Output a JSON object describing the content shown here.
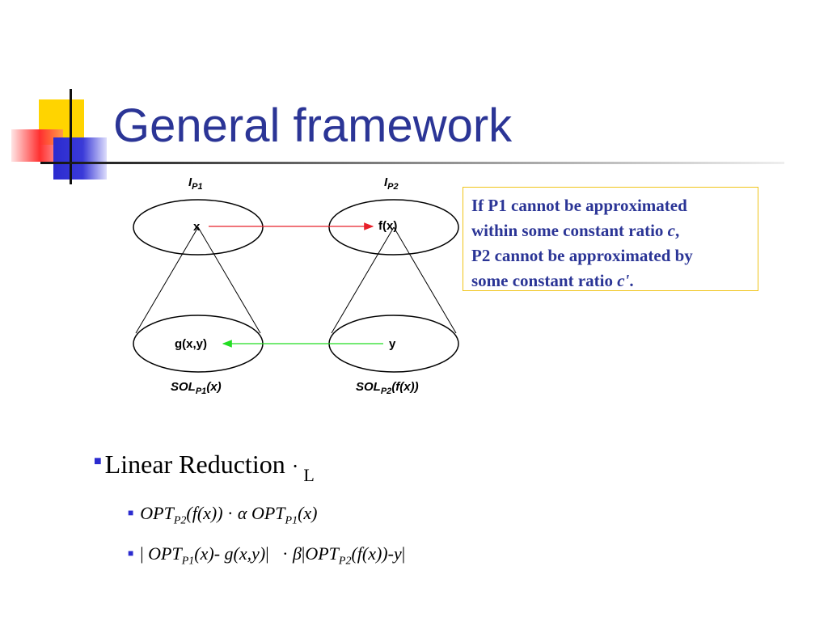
{
  "slide": {
    "title": "General framework"
  },
  "diagram": {
    "label_ip1": "I",
    "label_ip1_sub": "P1",
    "label_ip2": "I",
    "label_ip2_sub": "P2",
    "node_x": "x",
    "node_fx": "f(x)",
    "node_gxy": "g(x,y)",
    "node_y": "y",
    "label_sol1_a": "SOL",
    "label_sol1_sub": "P1",
    "label_sol1_b": "(x)",
    "label_sol2_a": "SOL",
    "label_sol2_sub": "P2",
    "label_sol2_b": "(f(x))",
    "arrow_top_color": "#e8202a",
    "arrow_bottom_color": "#22dd22"
  },
  "note": {
    "line1": "If P1 cannot be approximated",
    "line2_a": "within  some constant ratio ",
    "line2_c": "c",
    "line2_b": ",",
    "line3": "P2 cannot be approximated by",
    "line4_a": "some constant ratio ",
    "line4_c": "c'",
    "line4_b": "."
  },
  "bullets": {
    "main_text": "Linear Reduction ",
    "main_symbol": "·",
    "main_sub": "L",
    "sub1": {
      "opt1": "OPT",
      "sub_a": "P2",
      "mid": "(f(x)) ",
      "leq": "·",
      "alpha": " α ",
      "opt2": "OPT",
      "sub_b": "P1",
      "end": "(x)"
    },
    "sub2": {
      "bar1": "| ",
      "opt1": "OPT",
      "sub_a": "P1",
      "mid": "(x)- g(x,y)",
      "bar2": "|   ",
      "leq": "·",
      "beta": " β",
      "bar3": "|",
      "opt2": "OPT",
      "sub_b": "P2",
      "end": "(f(x))-y",
      "bar4": "|"
    }
  }
}
